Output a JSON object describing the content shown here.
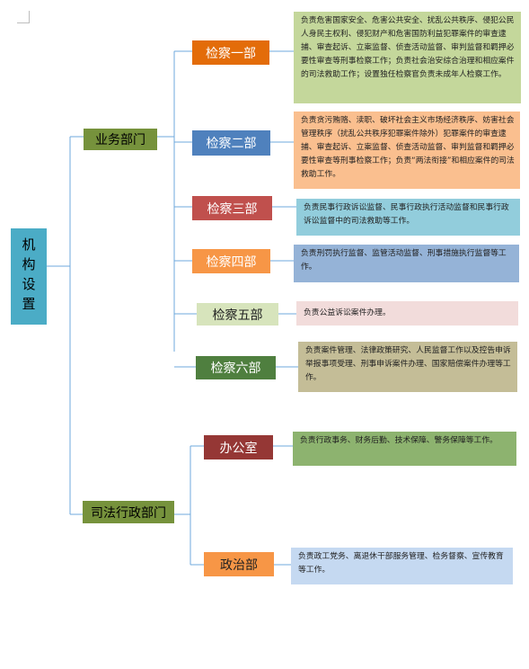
{
  "root": {
    "label": "机构设置",
    "color": "#4bacc6"
  },
  "groups": [
    {
      "label": "业务部门",
      "color": "#76923c"
    },
    {
      "label": "司法行政部门",
      "color": "#76923c"
    }
  ],
  "departments": [
    {
      "label": "检察一部",
      "color": "#e36c09",
      "text_color": "#ffffff",
      "desc": "负责危害国家安全、危害公共安全、扰乱公共秩序、侵犯公民人身民主权利、侵犯财产和危害国防利益犯罪案件的审查逮捕、审查起诉、立案监督、侦查活动监督、审判监督和羁押必要性审查等刑事检察工作；负责社会治安综合治理和相应案件的司法救助工作；设置独任检察官负责未成年人检察工作。",
      "desc_color": "#c4d79b"
    },
    {
      "label": "检察二部",
      "color": "#4f81bd",
      "text_color": "#ffffff",
      "desc": "负责贪污贿赂、渎职、破坏社会主义市场经济秩序、妨害社会管理秩序（扰乱公共秩序犯罪案件除外）犯罪案件的审查逮捕、审查起诉、立案监督、侦查活动监督、审判监督和羁押必要性审查等刑事检察工作；负责“两法衔接”和相应案件的司法救助工作。",
      "desc_color": "#fabf8f"
    },
    {
      "label": "检察三部",
      "color": "#c0504d",
      "text_color": "#ffffff",
      "desc": "负责民事行政诉讼监督、民事行政执行活动监督和民事行政诉讼监督中的司法救助等工作。",
      "desc_color": "#92cddc"
    },
    {
      "label": "检察四部",
      "color": "#f79646",
      "text_color": "#ffffff",
      "desc": "负责刑罚执行监督、监管活动监督、刑事措施执行监督等工作。",
      "desc_color": "#95b3d7"
    },
    {
      "label": "检察五部",
      "color": "#d7e4bc",
      "text_color": "#222222",
      "desc": "负责公益诉讼案件办理。",
      "desc_color": "#f2dcdb"
    },
    {
      "label": "检察六部",
      "color": "#4f7f3f",
      "text_color": "#ffffff",
      "desc": "负责案件管理、法律政策研究、人民监督工作以及控告申诉举报事项受理、刑事申诉案件办理、国家赔偿案件办理等工作。",
      "desc_color": "#c4bd97"
    },
    {
      "label": "办公室",
      "color": "#953735",
      "text_color": "#ffffff",
      "desc": "负责行政事务、财务后勤、技术保障、警务保障等工作。",
      "desc_color": "#8db36f"
    },
    {
      "label": "政治部",
      "color": "#f79646",
      "text_color": "#222222",
      "desc": "负责政工党务、离退休干部服务管理、检务督察、宣传教育等工作。",
      "desc_color": "#c5d9f1"
    }
  ],
  "line_color": "#6fa8dc"
}
